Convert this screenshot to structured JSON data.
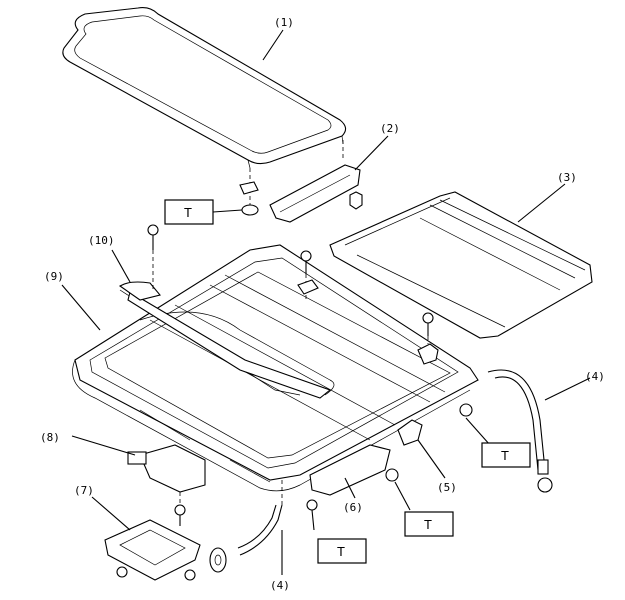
{
  "callouts": {
    "c1": "(1)",
    "c2": "(2)",
    "c3": "(3)",
    "c4a": "(4)",
    "c4b": "(4)",
    "c5": "(5)",
    "c6": "(6)",
    "c7": "(7)",
    "c8": "(8)",
    "c9": "(9)",
    "c10": "(10)"
  },
  "torque_marks": [
    "T",
    "T",
    "T",
    "T"
  ]
}
